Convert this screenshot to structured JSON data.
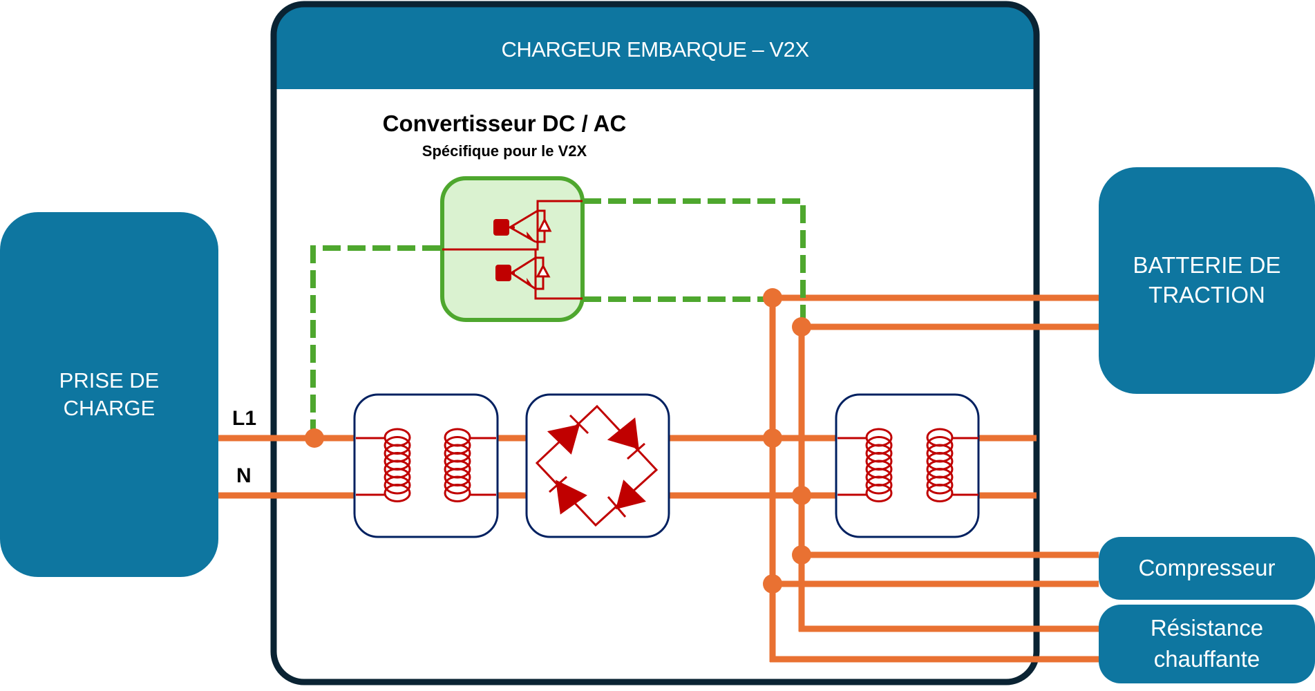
{
  "diagram": {
    "title": "CHARGEUR EMBARQUE – V2X",
    "converter": {
      "title": "Convertisseur DC / AC",
      "subtitle": "Spécifique pour le V2X",
      "component": "igbt-half-bridge"
    },
    "blocks": {
      "inlet": {
        "line1": "PRISE DE",
        "line2": "CHARGE"
      },
      "battery": {
        "line1": "BATTERIE DE",
        "line2": "TRACTION"
      },
      "compressor": {
        "label": "Compresseur"
      },
      "heater": {
        "line1": "Résistance",
        "line2": "chauffante"
      }
    },
    "line_labels": {
      "phase": "L1",
      "neutral": "N"
    },
    "internal_components": [
      {
        "name": "input-transformer",
        "icon": "transformer-icon"
      },
      {
        "name": "bridge-rectifier",
        "icon": "diode-bridge-icon"
      },
      {
        "name": "output-transformer",
        "icon": "transformer-icon"
      }
    ],
    "colors": {
      "block_blue": "#0E76A0",
      "frame_dark": "#0A2333",
      "power_line_orange": "#E97132",
      "converter_green": "#4EA72E",
      "converter_fill": "#DAF2D0",
      "component_red": "#C00000",
      "component_border": "#002060"
    }
  }
}
